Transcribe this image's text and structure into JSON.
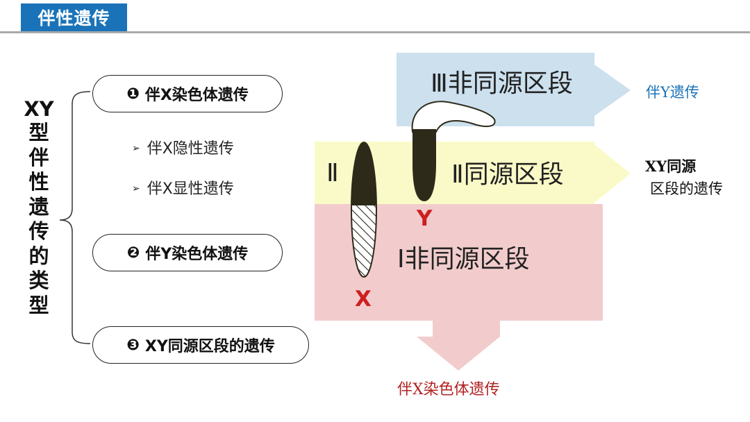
{
  "header": {
    "title": "伴性遗传"
  },
  "main_title": [
    "X",
    "Y",
    "型",
    "伴",
    "性",
    "遗",
    "传",
    "的",
    "类",
    "型"
  ],
  "types": [
    {
      "num": "❶",
      "label": "伴X染色体遗传"
    },
    {
      "num": "❷",
      "label": "伴Y染色体遗传"
    },
    {
      "num": "❸",
      "label": "XY同源区段的遗传"
    }
  ],
  "sub_items": [
    "伴X隐性遗传",
    "伴X显性遗传"
  ],
  "sub_bullet": "➢",
  "zones": {
    "top": "Ⅲ非同源区段",
    "middle": "Ⅱ同源区段",
    "bottom": "Ⅰ非同源区段",
    "left_marker": "Ⅱ"
  },
  "side_labels": {
    "top": "伴Y遗传",
    "middle_line1": "XY同源",
    "middle_line2": "区段的遗传",
    "bottom": "伴X染色体遗传"
  },
  "chromosomes": {
    "x": "X",
    "y": "Y"
  },
  "colors": {
    "header_bg": "#1a73b8",
    "zone_top": "#cce0ee",
    "zone_middle": "#fafac8",
    "zone_bottom": "#f2cccc",
    "chromosome_dark": "#2e2a1a",
    "chromosome_label": "#cc1f1f",
    "top_side_label": "#1a73b8",
    "bottom_side_label": "#b22222"
  }
}
